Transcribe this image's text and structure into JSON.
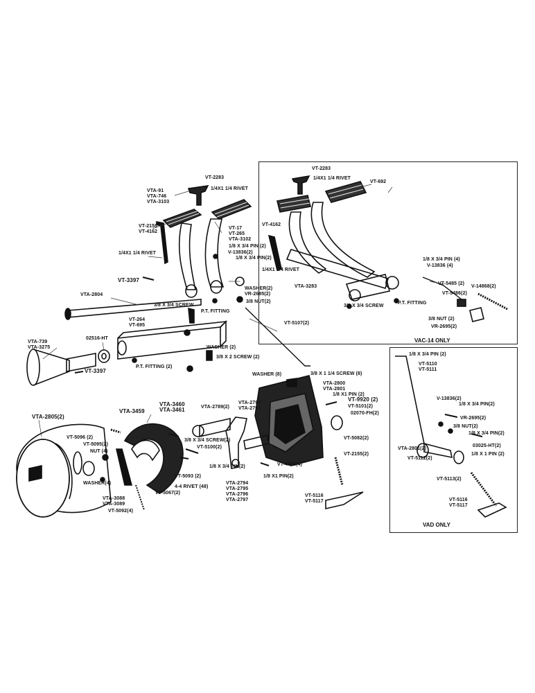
{
  "boxes": {
    "vac14_note": "VAC-14 ONLY",
    "vad_note": "VAD ONLY"
  },
  "labels": {
    "vt2283_left": "VT-2283",
    "rivet_left_top": "1/4X1 1/4 RIVET",
    "vta91": "VTA-91\nVTA-746\nVTA-3103",
    "vt2158": "VT-2158\nVT-4162",
    "vt17": "VT-17\nVT-265\nVTA-3102",
    "rivet_left_mid": "1/4X1 1/4 RIVET",
    "pin2_left": "1/8 X 3/4 PIN (2)",
    "v13836_left": "V-13836(2)",
    "pin2_left_b": "1/8 X 3/4 PIN(2)",
    "vt3397_top": "VT-3397",
    "vta2804": "VTA-2804",
    "screw_left": "3/8 X 3/4 SCREW",
    "ptfitting_left": "P.T. FITTING",
    "washer2_left": "WASHER(2)",
    "vr2695_left": "VR-2695(2)",
    "nut2_left": "3/8 NUT(2)",
    "vt264": "VT-264\nVT-695",
    "vt5107": "VT-5107(2)",
    "vta739": "VTA-739\nVTA-3275",
    "d2516": "02516-HT",
    "washer2_mid": "WASHER (2)",
    "screw2_mid": "3/8 X 2 SCREW (2)",
    "ptfitting2": "P.T. FITTING (2)",
    "vt3397_bot": "VT-3397",
    "vt2283_right": "VT-2283",
    "rivet_right": "1/4X1 1/4 RIVET",
    "vt692": "VT-692",
    "vt4162_right": "VT-4162",
    "rivet_right_b": "1/4X1 1/4 RIVET",
    "vta3283": "VTA-3283",
    "pin4_right": "1/8 X 3/4 PIN (4)",
    "v13836_4": "V-13836 (4)",
    "vt5485": "VT-5485 (2)",
    "v14868": "V-14868(2)",
    "vt5486": "VT-5486(2)",
    "screw_right": "3/8 X 3/4 SCREW",
    "ptfitting_right": "P.T. FITTING",
    "nut2_right": "3/8 NUT (2)",
    "vr2695_right": "VR-2695(2)",
    "washer8": "WASHER (8)",
    "screw8": "3/8 X 1 1/4 SCREW (8)",
    "vta2800": "VTA-2800\nVTA-2801",
    "pin2_mid": "1/8 X1 PIN (2)",
    "vt9920": "VT-9920 (2)",
    "vt5101": "VT-5101(2)",
    "d2070": "02070-FH(2)",
    "vta2805": "VTA-2805(2)",
    "vta3459": "VTA-3459",
    "vta3460": "VTA-3460\nVTA-3461",
    "vta2789": "VTA-2789(2)",
    "vta2790": "VTA-2790\nVTA-2791",
    "vt5096": "VT-5096 (2)",
    "vt5095": "VT-5095(2)",
    "nut4": "NUT (4)",
    "washer4": "WASHER(4)",
    "vta3088": "VTA-3088\nVTA-3089",
    "vt5092": "VT-5092(4)",
    "screw2": "3/8 X 3/4 SCREW(2)",
    "vt5100": "VT-5100(2)",
    "pin2_b": "1/8 X 3/4 PIN(2)",
    "vt5093": "VT-5093 (2)",
    "rivet48": "4-4 RIVET (48)",
    "vt5067": "VT-5067(2)",
    "vta2794": "VTA-2794\nVTA-2795\nVTA-2796\nVTA-2797",
    "vt4453": "VT-4453(4)",
    "pin2_c": "1/8 X1 PIN(2)",
    "vt5082": "VT-5082(2)",
    "vt2155": "VT-2155(2)",
    "vt5116": "VT-5116\nVT-5117",
    "pin2_vad_top": "1/8 X 3/4 PIN (2)",
    "vt5110": "VT-5110\nVT-5111",
    "v13836_vad": "V-13836(2)",
    "pin2_vad": "1/8 X 3/4 PIN(2)",
    "vr2695_vad": "VR-2695(2)",
    "nut2_vad": "3/8 NUT(2)",
    "pin2_vad_b": "1/8 X 3/4 PIN(2)",
    "d3025": "03025-HT(2)",
    "vta2801": "VTA-2801(2)",
    "pin2_vad_c": "1/8 X 1 PIN (2)",
    "vt5112": "VT-5112(2)",
    "vt5113": "VT-5113(2)",
    "vt5116_vad": "VT-5116\nVT-5117"
  }
}
